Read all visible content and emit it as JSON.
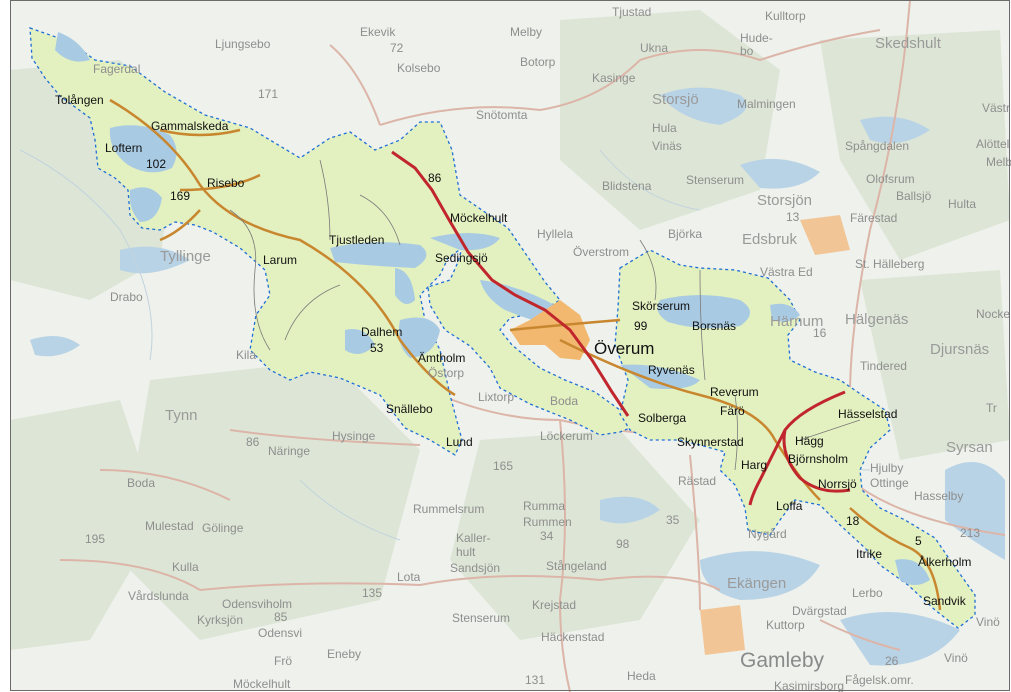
{
  "map": {
    "colors": {
      "background": "#eef1ec",
      "forest": "#dde6d6",
      "area_fill": "#e3f0bf",
      "water": "#a8cbe3",
      "main_road": "#c0262c",
      "secondary_road": "#c8872f",
      "boundary": "#1e6fd6",
      "town": "#f2b870"
    },
    "region_labels": [
      "Ljungsebo",
      "Fagerdal",
      "Tolången",
      "Gammalskeda",
      "Loftern",
      "102",
      "169",
      "Risebo",
      "Tyllinge",
      "Larum",
      "Tjustleden",
      "86",
      "Möckelhult",
      "Sedingsjö",
      "Dalhem",
      "53",
      "Ämtholm",
      "Östorp",
      "Snällebo",
      "Lund",
      "Skörserum",
      "99",
      "Borsnäs",
      "Härnum",
      "Överum",
      "Ryvenäs",
      "Reverum",
      "Färö",
      "Hässelstad",
      "Solberga",
      "Skynnerstad",
      "Hägg",
      "Björnsholm",
      "Norrsjö",
      "Harg",
      "Loffa",
      "18",
      "5",
      "Ålkerholm",
      "Sandvik",
      "Itrike"
    ],
    "background_labels": [
      "Tjustad",
      "Kulltorp",
      "Ekevik",
      "72",
      "Melby",
      "Ukna",
      "Hude-",
      "bo",
      "Skedshult",
      "Botorp",
      "Kolsebo",
      "Kasinge",
      "171",
      "Storsjö",
      "Malmingen",
      "Västr",
      "Snötomta",
      "Hula",
      "Alöttel",
      "Melby",
      "Vinäs",
      "Spångdalen",
      "Stenserum",
      "Olofsrum",
      "Blidstena",
      "Storsjön",
      "Ballsjö",
      "Hulta",
      "13",
      "Färestad",
      "Hyllela",
      "Överstrom",
      "Björka",
      "Edsbruk",
      "Västra Ed",
      "St. Hälleberg",
      "Drabo",
      "Hälgenäs",
      "Nocke",
      "16",
      "Djursnäs",
      "Kila",
      "Tindered",
      "Lixtorp",
      "Boda",
      "Tynn",
      "Tr",
      "86",
      "Näringe",
      "Hysinge",
      "Löckerum",
      "Syrsan",
      "165",
      "Rästad",
      "Hjulby",
      "Boda",
      "Ottinge",
      "Hasselby",
      "Mulestad",
      "Gölinge",
      "Rummelsrum",
      "Rumma",
      "Rummen",
      "34",
      "195",
      "Kaller-",
      "hult",
      "Sandsjön",
      "98",
      "35",
      "Nygård",
      "213",
      "Kulla",
      "Lota",
      "Stångeland",
      "Vårdslunda",
      "135",
      "Odensviholm",
      "85",
      "Krejstad",
      "Ekängen",
      "Lerbo",
      "Kyrksjön",
      "Odensvi",
      "Stenserum",
      "Dvärgstad",
      "Kuttorp",
      "Häckenstad",
      "Vinö",
      "Frö",
      "Eneby",
      "Gamleby",
      "26",
      "Vinö",
      "Möckelhult",
      "131",
      "Heda",
      "Kasimirsborg",
      "Fågelsk.omr."
    ]
  }
}
